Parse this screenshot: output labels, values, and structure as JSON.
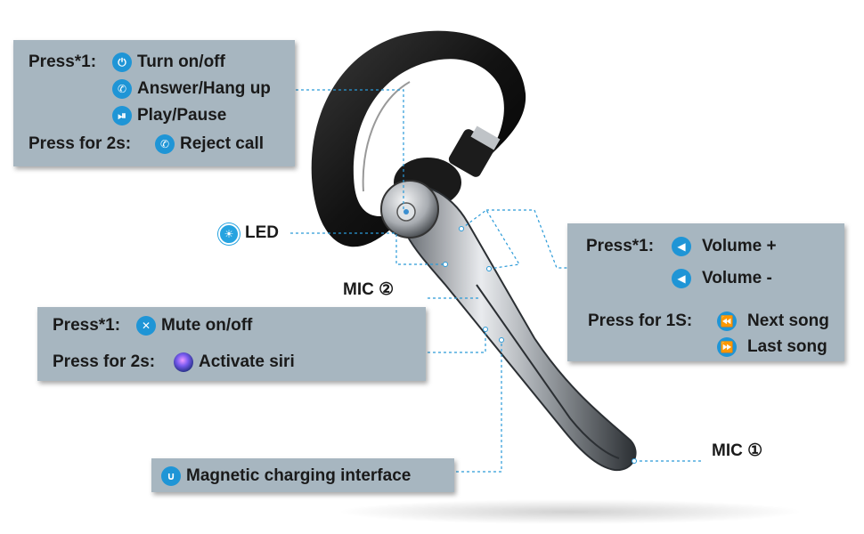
{
  "top_left_panel": {
    "press1_label": "Press*1:",
    "turn_onoff": "Turn on/off",
    "answer_hangup": "Answer/Hang up",
    "play_pause": "Play/Pause",
    "press2s_label": "Press for 2s:",
    "reject_call": "Reject call",
    "icons": [
      "power-icon",
      "phone-answer-icon",
      "play-pause-icon",
      "phone-reject-icon"
    ]
  },
  "led_label": "LED",
  "mic2_label": "MIC ②",
  "mic1_label": "MIC ①",
  "right_panel": {
    "press1_label": "Press*1:",
    "volume_up": "Volume +",
    "volume_down": "Volume -",
    "press1s_label": "Press for 1S:",
    "next_song": "Next song",
    "last_song": "Last song",
    "icons": [
      "volume-up-icon",
      "volume-down-icon",
      "rewind-icon",
      "fast-forward-icon"
    ]
  },
  "middle_left_panel": {
    "press1_label": "Press*1:",
    "mute": "Mute on/off",
    "press2s_label": "Press for 2s:",
    "siri": "Activate siri",
    "icons": [
      "mute-icon",
      "siri-icon"
    ]
  },
  "charging_panel": {
    "label": "Magnetic charging interface",
    "icon": "magnet-icon"
  },
  "colors": {
    "panel": "#a7b6c0",
    "accent": "#1f95d6",
    "leader_line": "#2a9ad8",
    "earhook": "#151515",
    "boom": "#c9ccd0"
  }
}
